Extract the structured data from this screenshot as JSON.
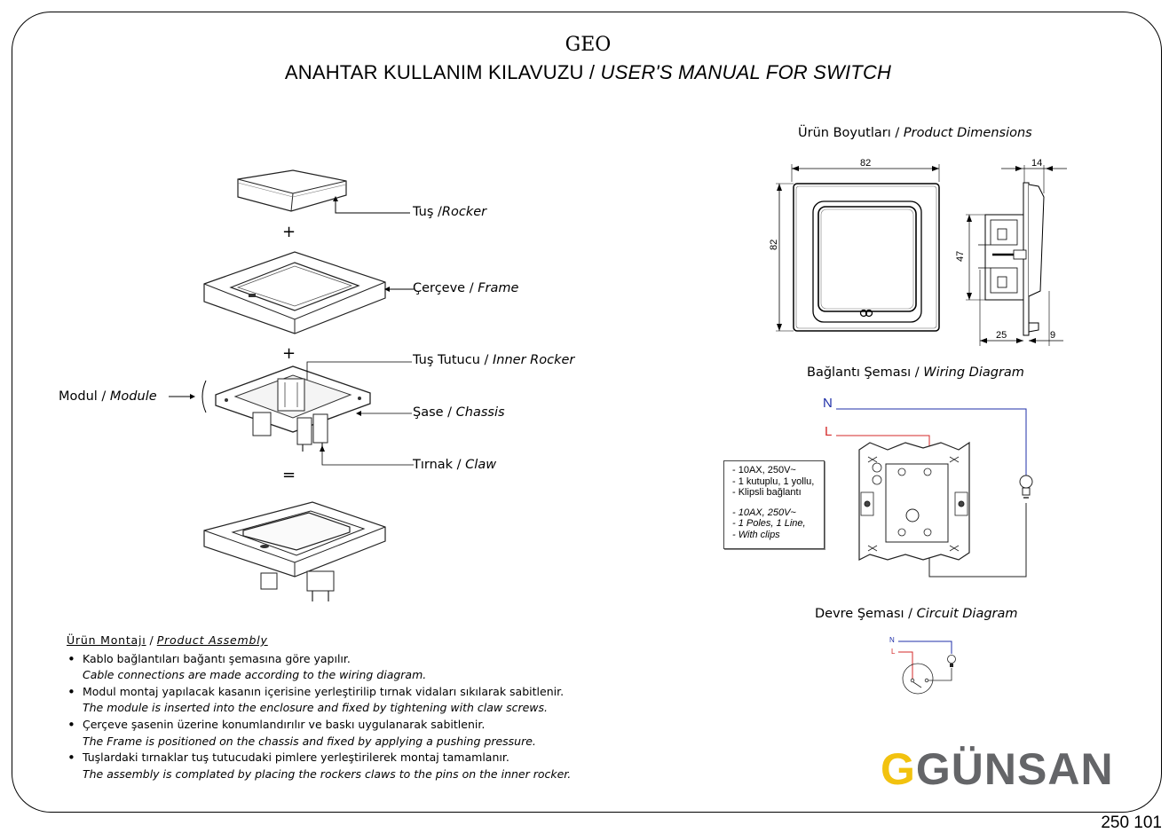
{
  "header": {
    "product": "GEO",
    "title_tr": "ANAHTAR KULLANIM KILAVUZU / ",
    "title_en": "USER'S MANUAL FOR SWITCH"
  },
  "exploded_view": {
    "rocker": {
      "tr": "Tuş /",
      "en": "Rocker"
    },
    "frame": {
      "tr": "Çerçeve / ",
      "en": "Frame"
    },
    "inner_rocker": {
      "tr": "Tuş Tutucu / ",
      "en": "Inner Rocker"
    },
    "module": {
      "tr": "Modul / ",
      "en": "Module"
    },
    "chassis": {
      "tr": "Şase / ",
      "en": "Chassis"
    },
    "claw": {
      "tr": "Tırnak / ",
      "en": "Claw"
    },
    "plus_1": "+",
    "plus_2": "+",
    "equals": "="
  },
  "assembly": {
    "title_tr": "Ürün Montajı",
    "separator": " / ",
    "title_en": "Product Assembly",
    "steps": [
      {
        "tr": "Kablo bağlantıları bağantı şemasına göre yapılır.",
        "en": "Cable connections are made according to the wiring diagram."
      },
      {
        "tr": "Modul montaj yapılacak kasanın içerisine yerleştirilip tırnak vidaları sıkılarak sabitlenir.",
        "en": "The module is inserted into the enclosure and fixed by tightening with claw screws."
      },
      {
        "tr": "Çerçeve şasenin üzerine konumlandırılır ve baskı uygulanarak sabitlenir.",
        "en": "The Frame is positioned on the chassis and fixed by applying a pushing pressure."
      },
      {
        "tr": "Tuşlardaki tırnaklar tuş tutucudaki pimlere yerleştirilerek montaj tamamlanır.",
        "en": "The assembly is complated by placing the rockers claws to the pins on the inner rocker."
      }
    ]
  },
  "dimensions": {
    "title_tr": "Ürün Boyutları / ",
    "title_en": "Product Dimensions",
    "width": "82",
    "height": "82",
    "depth_total": "14",
    "module_height": "47",
    "module_depth": "25",
    "frame_depth": "9"
  },
  "wiring": {
    "title_tr": "Bağlantı Şeması / ",
    "title_en": "Wiring Diagram",
    "neutral_label": "N",
    "line_label": "L",
    "neutral_color": "#1f2fa8",
    "line_color": "#d42a2a",
    "specs_tr": [
      "- 10AX, 250V~",
      "- 1 kutuplu, 1 yollu,",
      "- Klipsli bağlantı"
    ],
    "specs_en": [
      "- 10AX, 250V~",
      "- 1 Poles, 1 Line,",
      "- With clips"
    ]
  },
  "circuit": {
    "title_tr": "Devre Şeması / ",
    "title_en": "Circuit Diagram",
    "neutral_label": "N",
    "line_label": "L"
  },
  "brand": {
    "logo_g": "G",
    "logo_rest": "GÜNSAN",
    "logo_color_accent": "#f2c20f",
    "logo_color_main": "#646568"
  },
  "document_code": "250 101"
}
